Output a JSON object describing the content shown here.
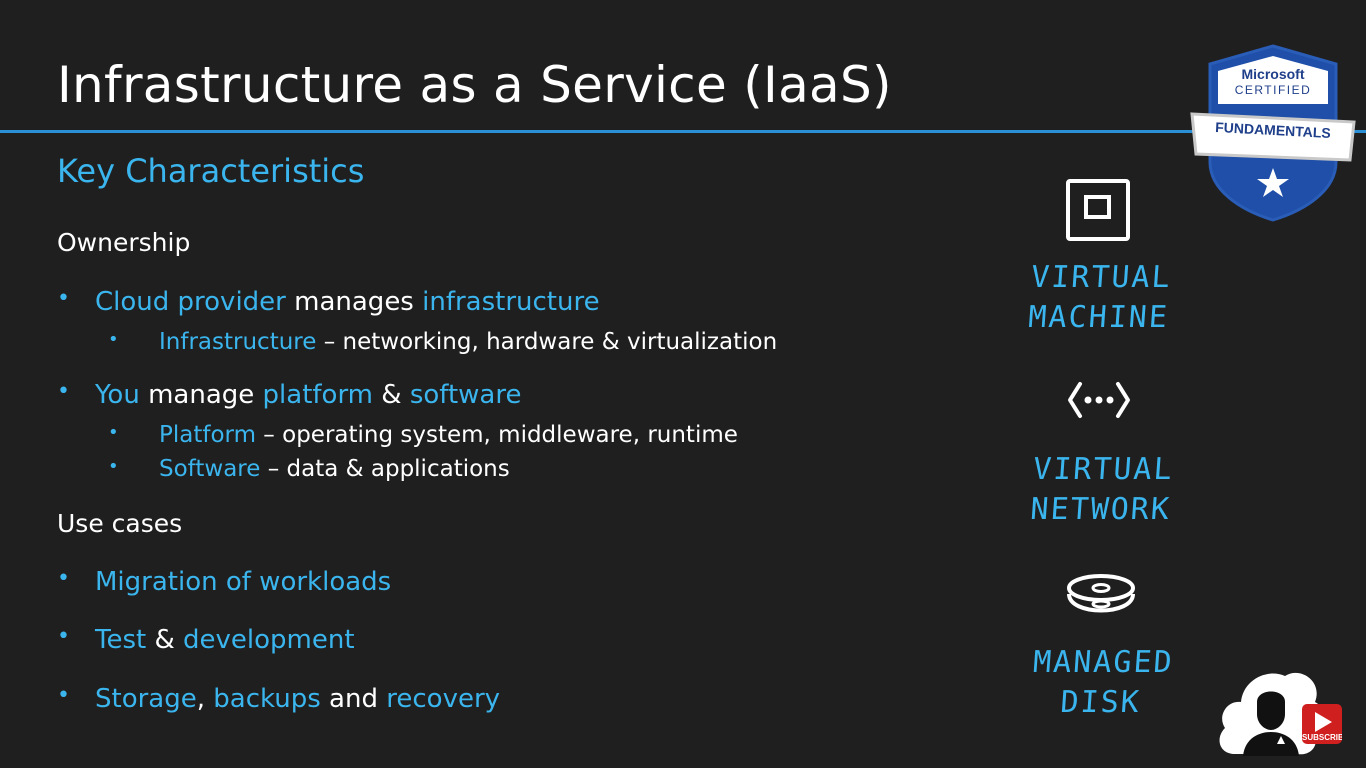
{
  "slide": {
    "title": "Infrastructure as a Service (IaaS)",
    "subtitle": "Key Characteristics"
  },
  "ownership": {
    "heading": "Ownership",
    "cloud_provider": {
      "a": "Cloud provider",
      "b": " manages ",
      "c": "infrastructure"
    },
    "infrastructure_detail": {
      "a": "Infrastructure",
      "b": " – networking, hardware & virtualization"
    },
    "you_manage": {
      "a": "You",
      "b": " manage ",
      "c": "platform",
      "d": " & ",
      "e": "software"
    },
    "platform_detail": {
      "a": "Platform",
      "b": " – operating system, middleware, runtime"
    },
    "software_detail": {
      "a": "Software",
      "b": " – data & applications"
    }
  },
  "use_cases": {
    "heading": "Use cases",
    "migration": "Migration of workloads",
    "test_dev": {
      "a": "Test",
      "b": " & ",
      "c": "development"
    },
    "storage": {
      "a": "Storage",
      "b": ", ",
      "c": "backups",
      "d": " and ",
      "e": "recovery"
    }
  },
  "bullet": "•",
  "sidebar": {
    "vm_line1": "VIRTUAL",
    "vm_line2": "MACHINE",
    "vm_icon": "virtual-machine-icon",
    "vnet_line1": "VIRTUAL",
    "vnet_line2": "NETWORK",
    "vnet_icon": "virtual-network-icon",
    "disk_line1": "MANAGED",
    "disk_line2": "DISK",
    "disk_icon": "managed-disk-icon"
  },
  "badge": {
    "brand": "Microsoft",
    "certified": "CERTIFIED",
    "level": "FUNDAMENTALS"
  },
  "channel": {
    "subscribe": "SUBSCRIBE"
  },
  "colors": {
    "background": "#1f1f1f",
    "accent": "#3bb5ee",
    "rule": "#2b8fd6",
    "text": "#ffffff",
    "badge_blue": "#1f4fa8",
    "subscribe_red": "#d01f1f"
  }
}
